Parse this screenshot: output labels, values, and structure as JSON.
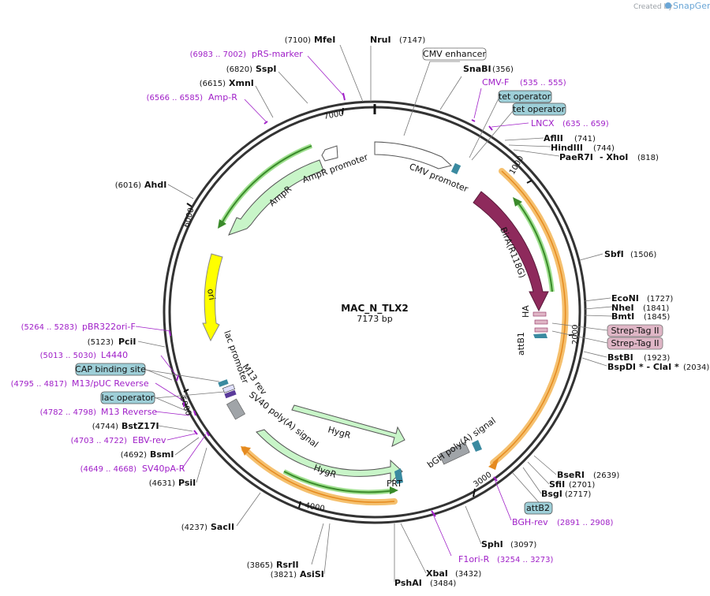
{
  "credit": {
    "created_by": "Created by",
    "brand": "SnapGene"
  },
  "plasmid": {
    "name": "MAC_N_TLX2",
    "size": "7173 bp"
  },
  "ticks": [
    "1000",
    "2000",
    "3000",
    "4000",
    "5000",
    "6000",
    "7000"
  ],
  "sites": {
    "mfei": "MfeI",
    "mfei_pos": "(7100)",
    "nrui": "NruI",
    "nrui_pos": "(7147)",
    "snabi": "SnaBI",
    "snabi_pos": "(356)",
    "sspi": "SspI",
    "sspi_pos": "(6820)",
    "xmni": "XmnI",
    "xmni_pos": "(6615)",
    "aflii": "AflII",
    "aflii_pos": "(741)",
    "hindiii": "HindIII",
    "hindiii_pos": "(744)",
    "paer7i": "PaeR7I",
    "xhoi": "- XhoI",
    "xhoi_pos": "(818)",
    "ahdi": "AhdI",
    "ahdi_pos": "(6016)",
    "sbfi": "SbfI",
    "sbfi_pos": "(1506)",
    "econi": "EcoNI",
    "econi_pos": "(1727)",
    "nhei": "NheI",
    "nhei_pos": "(1841)",
    "bmti": "BmtI",
    "bmti_pos": "(1845)",
    "bstbi": "BstBI",
    "bstbi_pos": "(1923)",
    "bspdi": "BspDI * - ClaI *",
    "bspdi_pos": "(2034)",
    "pcii": "PciI",
    "pcii_pos": "(5123)",
    "bstz17i": "BstZ17I",
    "bstz17i_pos": "(4744)",
    "bsmi": "BsmI",
    "bsmi_pos": "(4692)",
    "psii": "PsiI",
    "psii_pos": "(4631)",
    "sacii": "SacII",
    "sacii_pos": "(4237)",
    "bseri": "BseRI",
    "bseri_pos": "(2639)",
    "sfii": "SfiI",
    "sfii_pos": "(2701)",
    "bsgi": "BsgI",
    "bsgi_pos": "(2717)",
    "sphi": "SphI",
    "sphi_pos": "(3097)",
    "xbai": "XbaI",
    "xbai_pos": "(3432)",
    "pshai": "PshAI",
    "pshai_pos": "(3484)",
    "rsrii": "RsrII",
    "rsrii_pos": "(3865)",
    "asisi": "AsiSI",
    "asisi_pos": "(3821)"
  },
  "primers": {
    "prs": "pRS-marker",
    "prs_pos": "(6983 .. 7002)",
    "cmvf": "CMV-F",
    "cmvf_pos": "(535 .. 555)",
    "ampr": "Amp-R",
    "ampr_pos": "(6566 .. 6585)",
    "lncx": "LNCX",
    "lncx_pos": "(635 .. 659)",
    "pbr": "pBR322ori-F",
    "pbr_pos": "(5264 .. 5283)",
    "l4440": "L4440",
    "l4440_pos": "(5013 .. 5030)",
    "m13puc": "M13/pUC Reverse",
    "m13puc_pos": "(4795 .. 4817)",
    "m13rev": "M13 Reverse",
    "m13rev_pos": "(4782 .. 4798)",
    "ebv": "EBV-rev",
    "ebv_pos": "(4703 .. 4722)",
    "sv40pa": "SV40pA-R",
    "sv40pa_pos": "(4649 .. 4668)",
    "bgh": "BGH-rev",
    "bgh_pos": "(2891 .. 2908)",
    "f1ori": "F1ori-R",
    "f1ori_pos": "(3254 .. 3273)"
  },
  "boxes": {
    "cmv_enhancer": "CMV enhancer",
    "tet1": "tet operator",
    "tet2": "tet operator",
    "strep1": "Strep-Tag II",
    "strep2": "Strep-Tag II",
    "cap": "CAP binding site",
    "lacop": "lac operator",
    "attb2": "attB2"
  },
  "features": {
    "cmv_promoter": "CMV promoter",
    "bira": "BirA(R118G)",
    "ha": "HA",
    "attb1": "attB1",
    "ampr": "AmpR",
    "ampr_promoter": "AmpR promoter",
    "ori": "ori",
    "lac_promoter": "lac promoter",
    "m13rev": "M13 rev",
    "sv40": "SV40 poly(A) signal",
    "hygr1": "HygR",
    "hygr2": "HygR",
    "bgh": "bGH poly(A) signal",
    "frt": "FRT"
  },
  "colors": {
    "backbone": "#333333",
    "bira": "#8e2a5c",
    "resistance": "#c8f5c8",
    "ori": "#ffff00",
    "orf_highlight": "#f5c06e",
    "orf_arrow": "#3a8a2a",
    "primer": "#a020c8",
    "tag_box": "#9ecfd8",
    "strep_box": "#dfb6c6",
    "teal_marker": "#3a8aa0"
  }
}
